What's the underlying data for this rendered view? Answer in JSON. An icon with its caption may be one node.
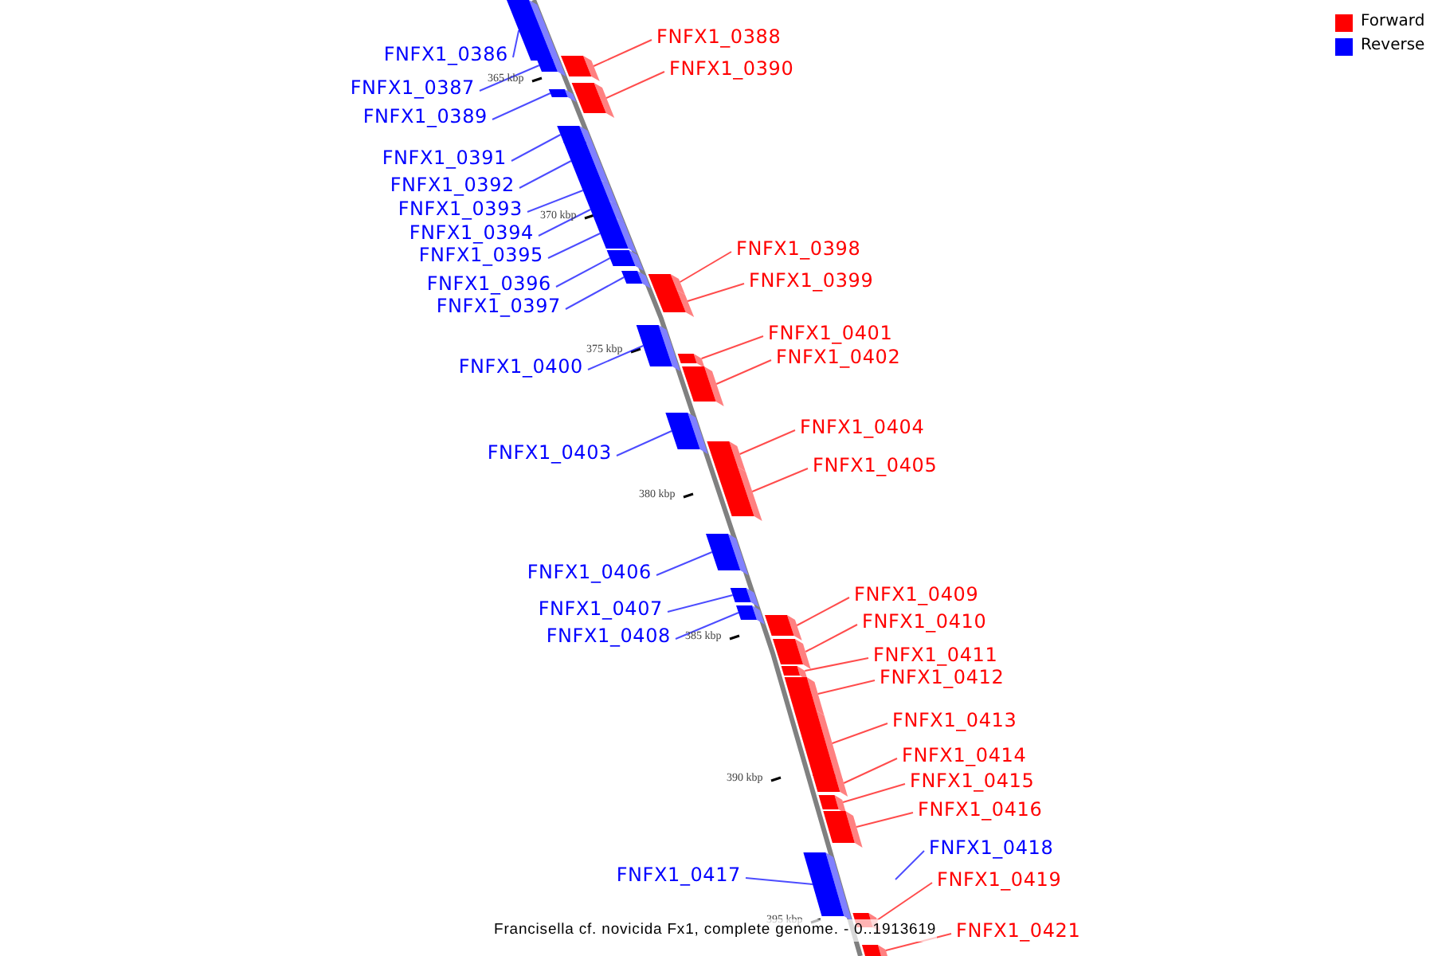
{
  "diagram": {
    "caption": "Francisella cf. novicida Fx1, complete genome. - 0..1913619",
    "nodes": [
      {
        "text": [
          "FNFX1_0386"
        ]
      },
      {
        "text": [],
        "shape": "bar"
      },
      {
        "text": [
          "FNFX1_0387"
        ]
      },
      {
        "text": [],
        "shape": "bar"
      },
      {
        "text": [
          "FNFX1_0388"
        ]
      },
      {
        "text": [],
        "shape": "bar"
      },
      {
        "text": [
          "FNFX1_0389"
        ]
      },
      {
        "text": [],
        "shape": "bar"
      },
      {
        "text": [
          "FNFX1_0390"
        ]
      },
      {
        "text": [],
        "shape": "bar"
      },
      {
        "text": [
          "FNFX1_0391"
        ]
      },
      {
        "text": [],
        "shape": "bar"
      },
      {
        "text": [
          "FNFX1_0392"
        ]
      },
      {
        "text": [],
        "shape": "bar"
      },
      {
        "text": [
          "FNFX1_0393"
        ]
      },
      {
        "text": [],
        "shape": "bar"
      },
      {
        "text": [
          "FNFX1_0394"
        ]
      },
      {
        "text": [],
        "shape": "bar"
      },
      {
        "text": [
          "FNFX1_0395"
        ]
      },
      {
        "text": [],
        "shape": "bar"
      },
      {
        "text": [
          "FNFX1_0396"
        ]
      },
      {
        "text": [],
        "shape": "bar"
      },
      {
        "text": [
          "FNFX1_0397"
        ]
      },
      {
        "text": [],
        "shape": "bar"
      },
      {
        "text": [
          "FNFX1_0398"
        ]
      },
      {
        "text": [],
        "shape": "bar"
      },
      {
        "text": [
          "FNFX1_0399"
        ]
      },
      {
        "text": [],
        "shape": "bar"
      },
      {
        "text": [
          "FNFX1_0400"
        ]
      },
      {
        "text": [],
        "shape": "bar"
      },
      {
        "text": [
          "FNFX1_0401"
        ]
      },
      {
        "text": [],
        "shape": "bar"
      },
      {
        "text": [
          "FNFX1_0402"
        ]
      },
      {
        "text": [],
        "shape": "bar"
      },
      {
        "text": [
          "FNFX1_0403"
        ]
      },
      {
        "text": [],
        "shape": "bar"
      },
      {
        "text": [
          "FNFX1_0404"
        ]
      },
      {
        "text": [],
        "shape": "bar"
      },
      {
        "text": [
          "FNFX1_0405"
        ]
      },
      {
        "text": [],
        "shape": "bar"
      },
      {
        "text": [
          "FNFX1_0406"
        ]
      },
      {
        "text": [],
        "shape": "bar"
      },
      {
        "text": [
          "FNFX1_0407"
        ]
      },
      {
        "text": [],
        "shape": "bar"
      },
      {
        "text": [
          "FNFX1_0408"
        ]
      },
      {
        "text": [],
        "shape": "bar"
      },
      {
        "text": [
          "FNFX1_0409"
        ]
      },
      {
        "text": [],
        "shape": "bar"
      },
      {
        "text": [
          "FNFX1_0410"
        ]
      },
      {
        "text": [],
        "shape": "bar"
      },
      {
        "text": [
          "FNFX1_0411"
        ]
      },
      {
        "text": [],
        "shape": "bar"
      },
      {
        "text": [
          "FNFX1_0412"
        ]
      },
      {
        "text": [],
        "shape": "bar"
      },
      {
        "text": [
          "FNFX1_0413"
        ]
      },
      {
        "text": [],
        "shape": "bar"
      },
      {
        "text": [
          "FNFX1_0414"
        ]
      },
      {
        "text": [],
        "shape": "bar"
      },
      {
        "text": [
          "FNFX1_0415"
        ]
      },
      {
        "text": [],
        "shape": "bar"
      },
      {
        "text": [
          "FNFX1_0416"
        ]
      },
      {
        "text": [],
        "shape": "bar"
      },
      {
        "text": [
          "FNFX1_0417"
        ]
      },
      {
        "text": [],
        "shape": "bar"
      },
      {
        "text": [
          "FNFX1_0418"
        ]
      },
      {
        "text": [
          "FNFX1_0419"
        ]
      },
      {
        "text": [],
        "shape": "bar"
      },
      {
        "text": [
          "FNFX1_0421"
        ]
      },
      {
        "text": [],
        "shape": "bar"
      }
    ],
    "edges": [
      {
        "from": 0,
        "to": 1,
        "arrow": "none",
        "color": "#0000ff"
      },
      {
        "from": 2,
        "to": 3,
        "arrow": "none",
        "color": "#0000ff"
      },
      {
        "from": 4,
        "to": 5,
        "arrow": "none"
      },
      {
        "from": 6,
        "to": 7,
        "arrow": "none",
        "color": "#0000ff"
      },
      {
        "from": 8,
        "to": 9,
        "arrow": "none"
      },
      {
        "from": 10,
        "to": 11,
        "arrow": "none",
        "color": "#0000ff"
      },
      {
        "from": 12,
        "to": 13,
        "arrow": "none",
        "color": "#0000ff"
      },
      {
        "from": 14,
        "to": 15,
        "arrow": "none",
        "color": "#0000ff"
      },
      {
        "from": 16,
        "to": 17,
        "arrow": "none",
        "color": "#0000ff"
      },
      {
        "from": 18,
        "to": 19,
        "arrow": "none",
        "color": "#0000ff"
      },
      {
        "from": 20,
        "to": 21,
        "arrow": "none",
        "color": "#0000ff"
      },
      {
        "from": 22,
        "to": 23,
        "arrow": "none",
        "color": "#0000ff"
      },
      {
        "from": 24,
        "to": 25,
        "arrow": "none"
      },
      {
        "from": 26,
        "to": 27,
        "arrow": "none"
      },
      {
        "from": 28,
        "to": 29,
        "arrow": "none",
        "color": "#0000ff"
      },
      {
        "from": 30,
        "to": 31,
        "arrow": "none"
      },
      {
        "from": 32,
        "to": 33,
        "arrow": "none"
      },
      {
        "from": 34,
        "to": 35,
        "arrow": "none",
        "color": "#0000ff"
      },
      {
        "from": 36,
        "to": 37,
        "arrow": "none"
      },
      {
        "from": 38,
        "to": 39,
        "arrow": "none"
      },
      {
        "from": 40,
        "to": 41,
        "arrow": "none",
        "color": "#0000ff"
      },
      {
        "from": 42,
        "to": 43,
        "arrow": "none",
        "color": "#0000ff"
      },
      {
        "from": 44,
        "to": 45,
        "arrow": "none",
        "color": "#0000ff"
      },
      {
        "from": 46,
        "to": 47,
        "arrow": "none"
      },
      {
        "from": 48,
        "to": 49,
        "arrow": "none"
      },
      {
        "from": 50,
        "to": 51,
        "arrow": "none"
      },
      {
        "from": 52,
        "to": 53,
        "arrow": "none"
      },
      {
        "from": 54,
        "to": 55,
        "arrow": "none"
      },
      {
        "from": 56,
        "to": 57,
        "arrow": "none"
      },
      {
        "from": 58,
        "to": 59,
        "arrow": "none"
      },
      {
        "from": 60,
        "to": 61,
        "arrow": "none"
      },
      {
        "from": 62,
        "to": 63,
        "arrow": "none",
        "color": "#0000ff"
      },
      {
        "from": 64,
        "to": null,
        "arrow": "none",
        "color": "#0000ff"
      },
      {
        "from": 65,
        "to": 66,
        "arrow": "none"
      },
      {
        "from": 67,
        "to": 68,
        "arrow": "none"
      }
    ],
    "labels": [
      "365 kbp",
      "370 kbp",
      "375 kbp",
      "380 kbp",
      "385 kbp",
      "390 kbp",
      "395 kbp"
    ],
    "legend": [
      {
        "text": "Forward",
        "color": "#ff0000"
      },
      {
        "text": "Reverse",
        "color": "#0000ff"
      }
    ]
  }
}
